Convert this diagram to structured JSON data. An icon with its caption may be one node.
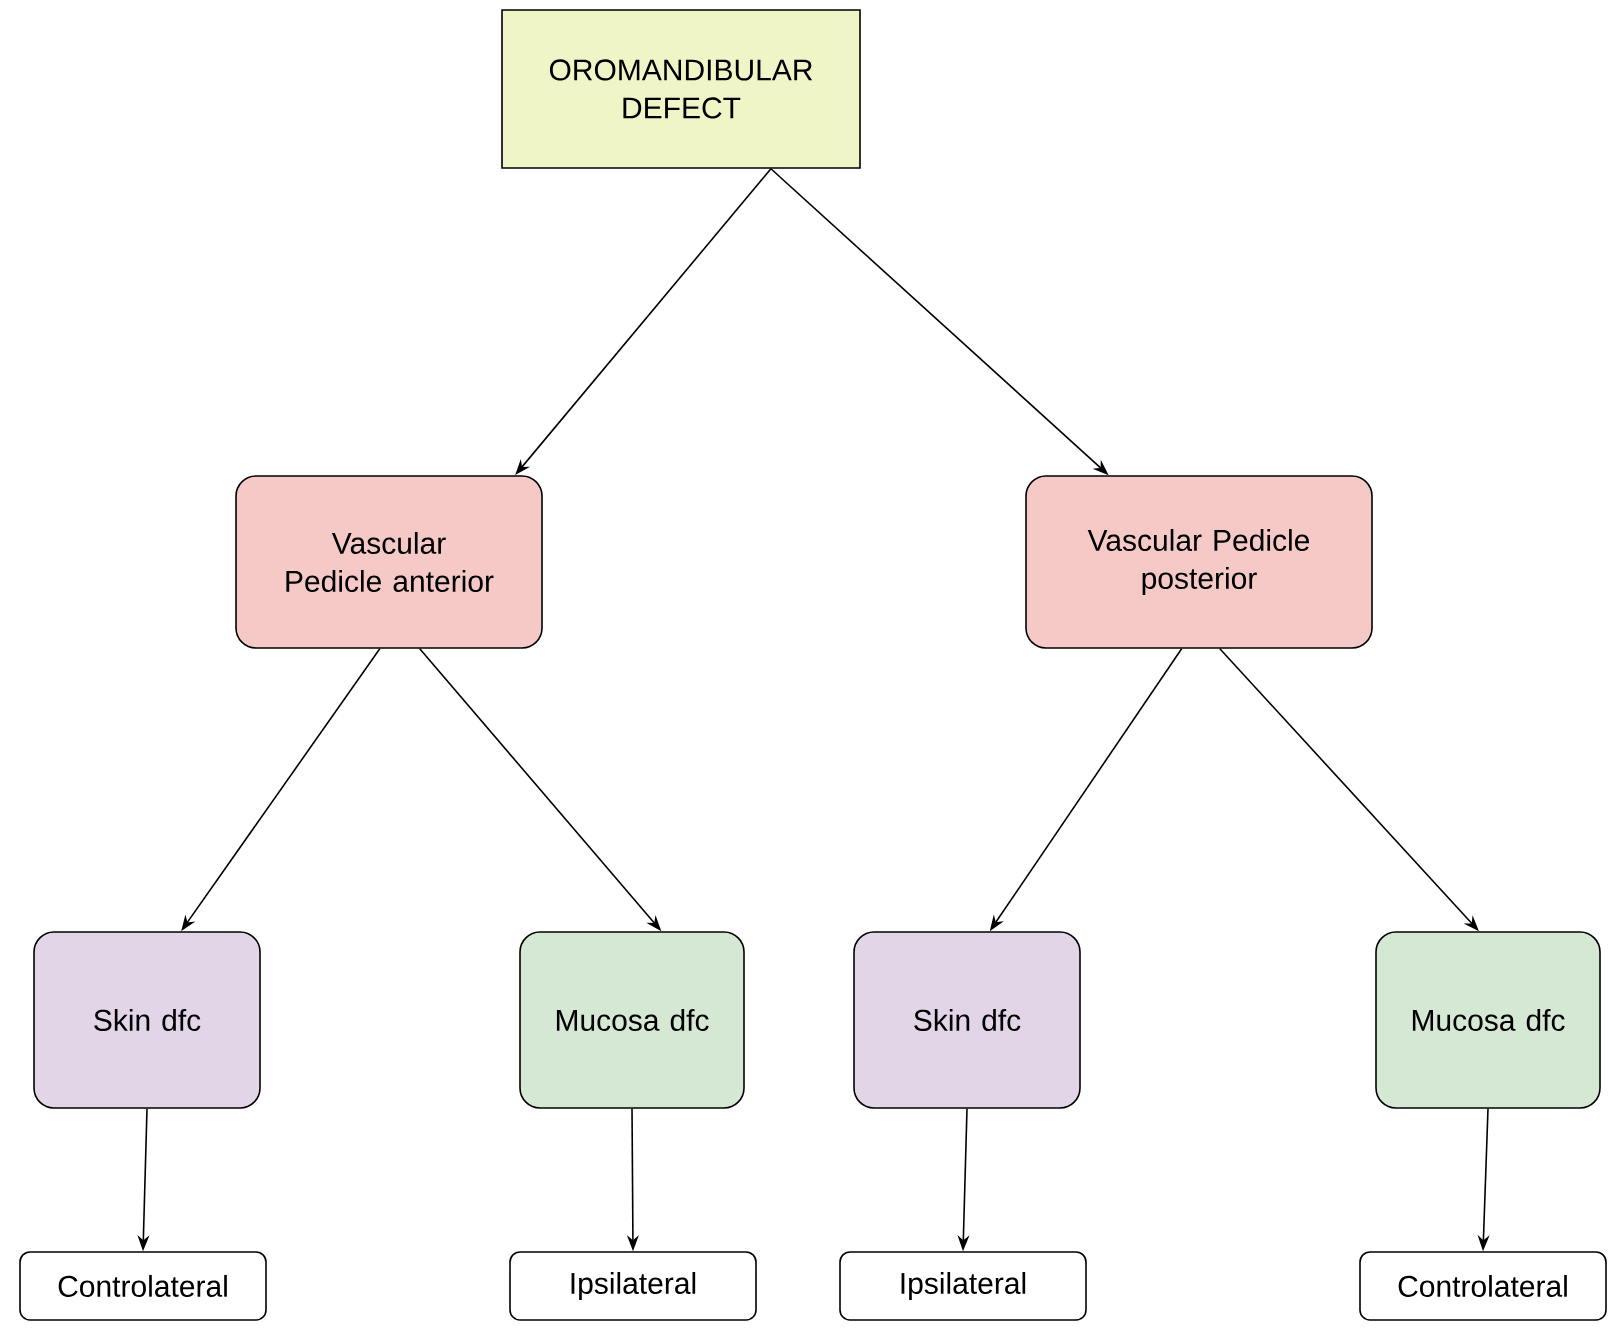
{
  "diagram": {
    "nodes": [
      {
        "text": [
          "OROMANDIBULAR DEFECT"
        ]
      },
      {
        "text": [
          "Vascular Pedicle anterior"
        ]
      },
      {
        "text": [
          "Vascular Pedicle posterior"
        ]
      },
      {
        "text": [
          "Skin dfc"
        ]
      },
      {
        "text": [
          "Mucosa dfc"
        ]
      },
      {
        "text": [
          "Skin dfc"
        ]
      },
      {
        "text": [
          "Mucosa dfc"
        ]
      },
      {
        "text": [
          "Controlateral"
        ]
      },
      {
        "text": [
          "Ipsilateral"
        ]
      },
      {
        "text": [
          "Ipsilateral"
        ]
      },
      {
        "text": [
          "Controlateral"
        ]
      }
    ],
    "edges": [
      {
        "from": 0,
        "to": 1,
        "arrow": "to"
      },
      {
        "from": 0,
        "to": 2,
        "arrow": "to"
      },
      {
        "from": 1,
        "to": 3,
        "arrow": "to"
      },
      {
        "from": 1,
        "to": 4,
        "arrow": "to"
      },
      {
        "from": 2,
        "to": 5,
        "arrow": "to"
      },
      {
        "from": 2,
        "to": 6,
        "arrow": "to"
      },
      {
        "from": 3,
        "to": 7,
        "arrow": "to"
      },
      {
        "from": 4,
        "to": 8,
        "arrow": "to"
      },
      {
        "from": 5,
        "to": 9,
        "arrow": "to"
      },
      {
        "from": 6,
        "to": 10,
        "arrow": "to"
      }
    ]
  }
}
